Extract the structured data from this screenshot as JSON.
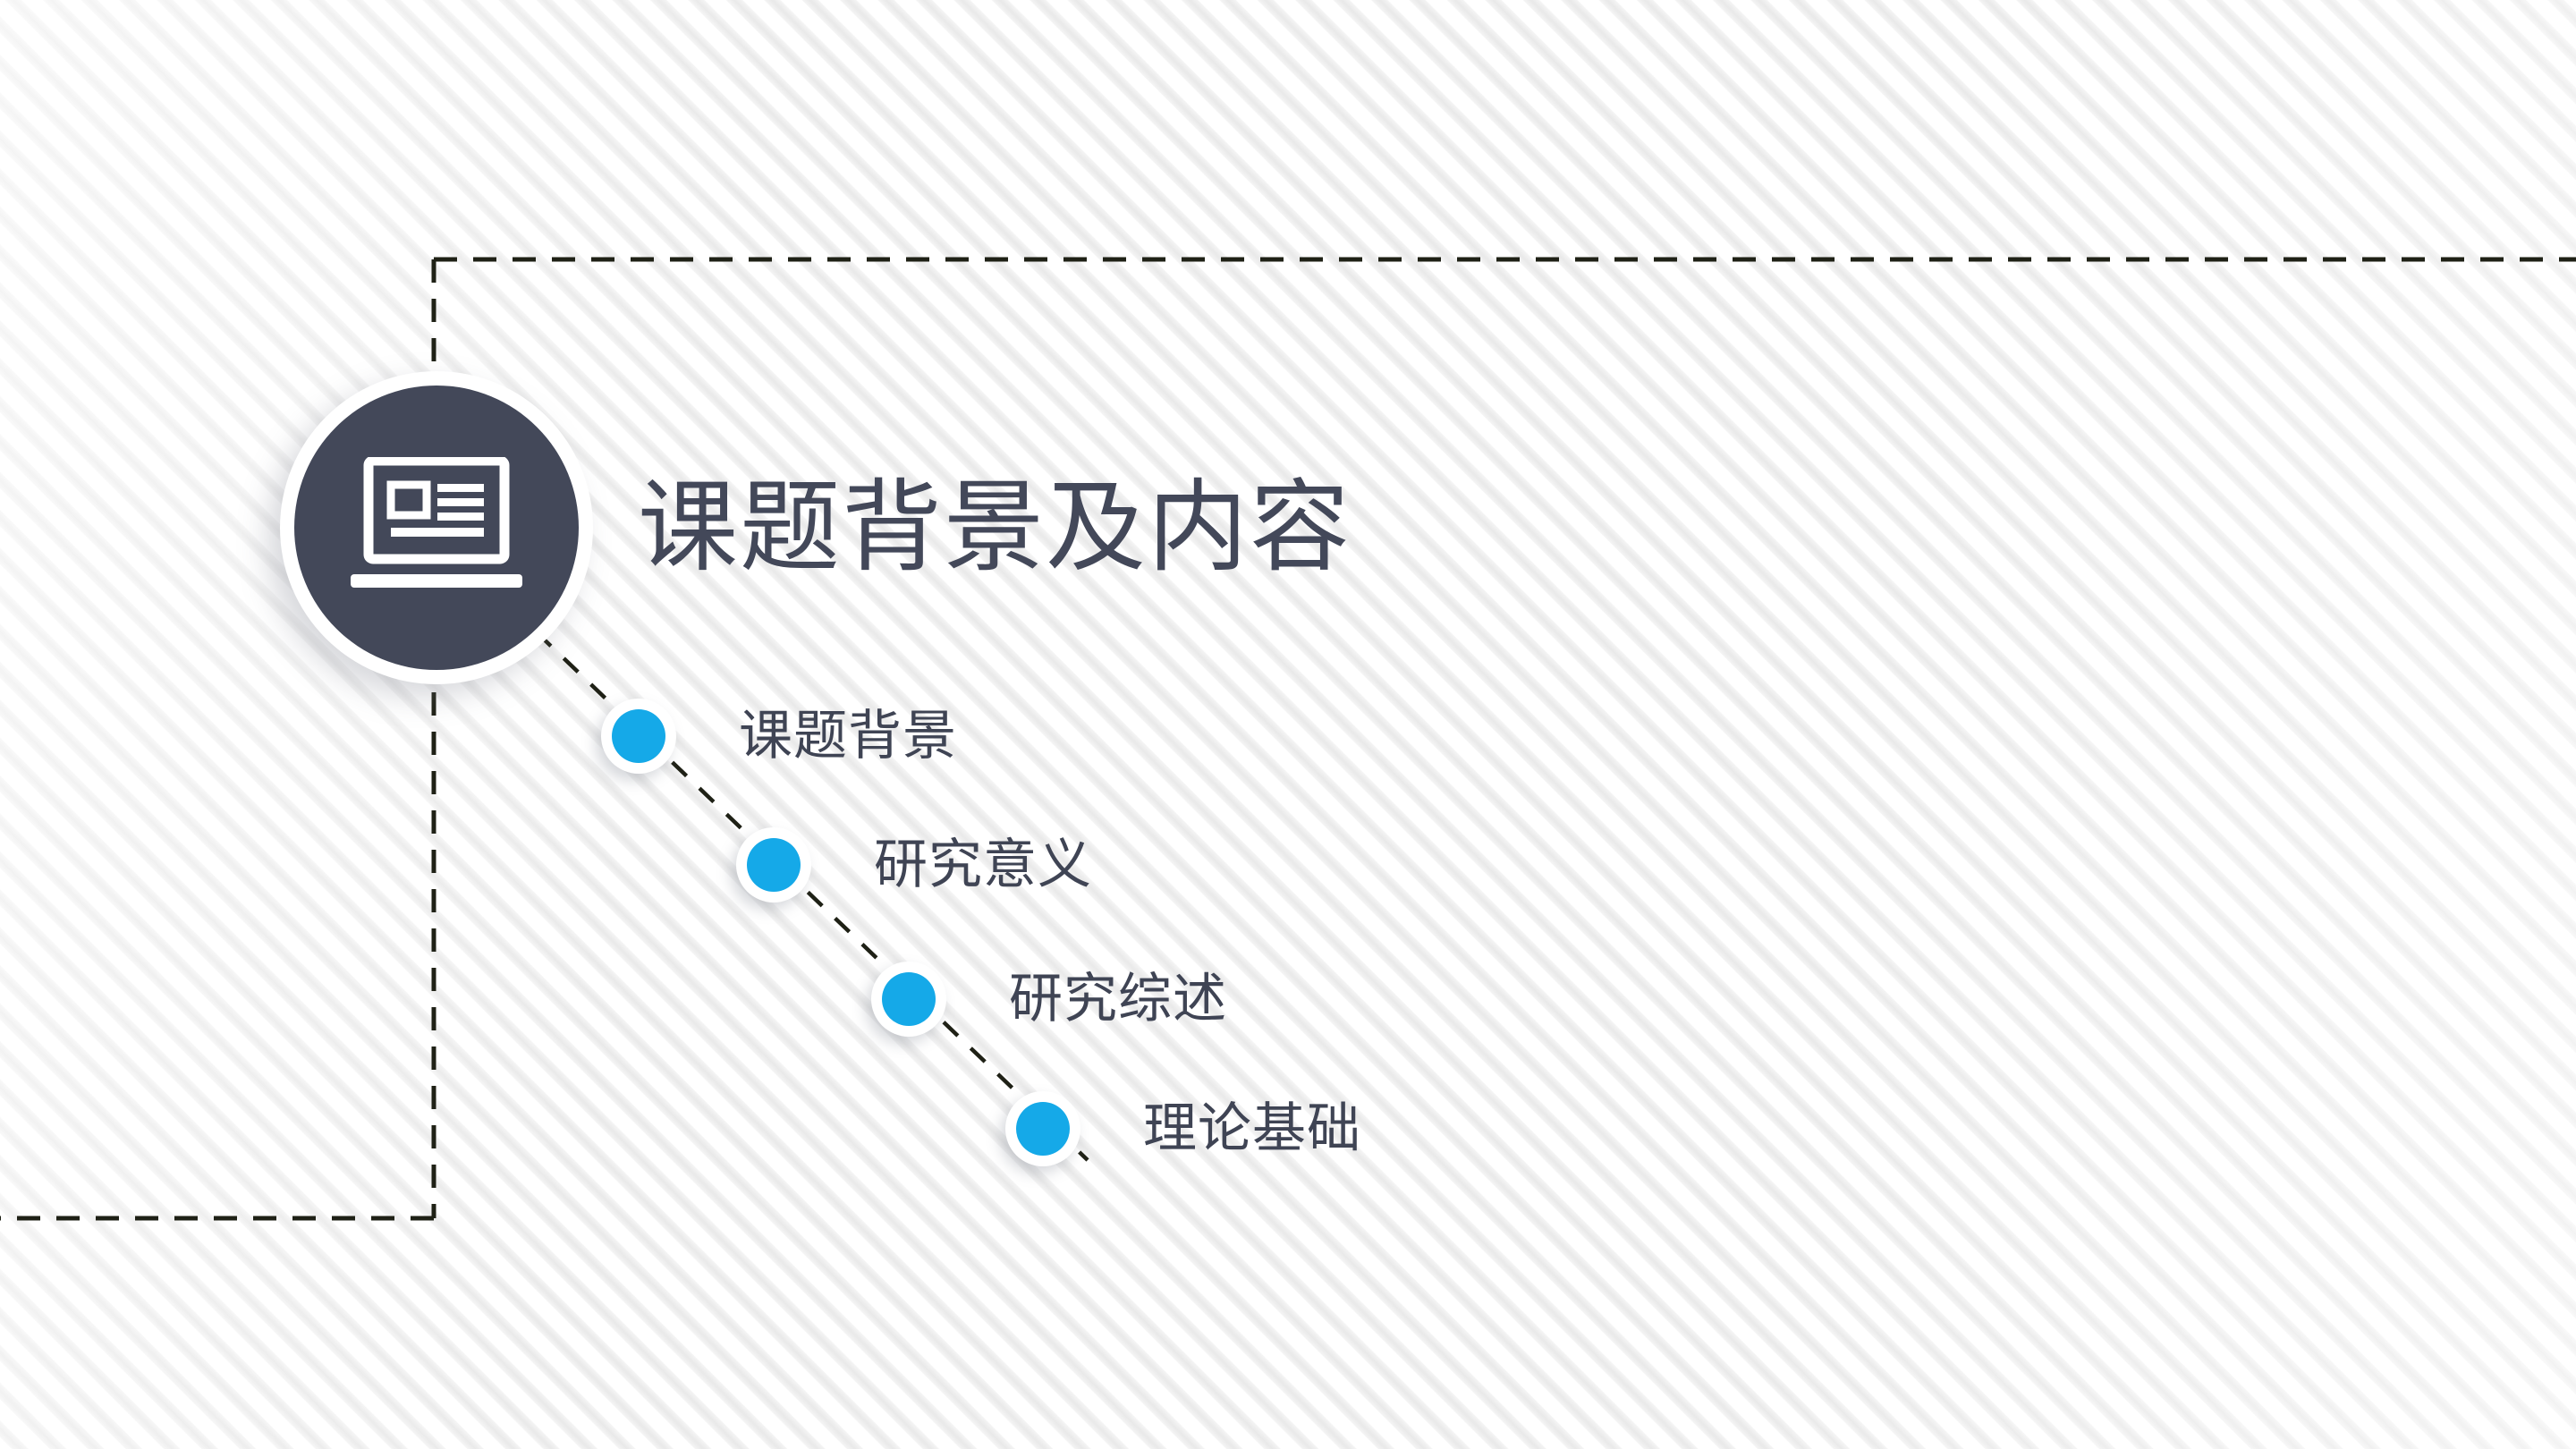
{
  "slide": {
    "title": "课题背景及内容",
    "icon": "laptop-presentation-icon",
    "colors": {
      "badge_dark": "#434859",
      "bullet_blue": "#15a9e8",
      "text_dark": "#3f4454",
      "guide_dash": "#1f2116",
      "background": "#fdfdfd"
    }
  },
  "agenda": {
    "items": [
      {
        "label": "课题背景"
      },
      {
        "label": "研究意义"
      },
      {
        "label": "研究综述"
      },
      {
        "label": "理论基础"
      }
    ]
  }
}
